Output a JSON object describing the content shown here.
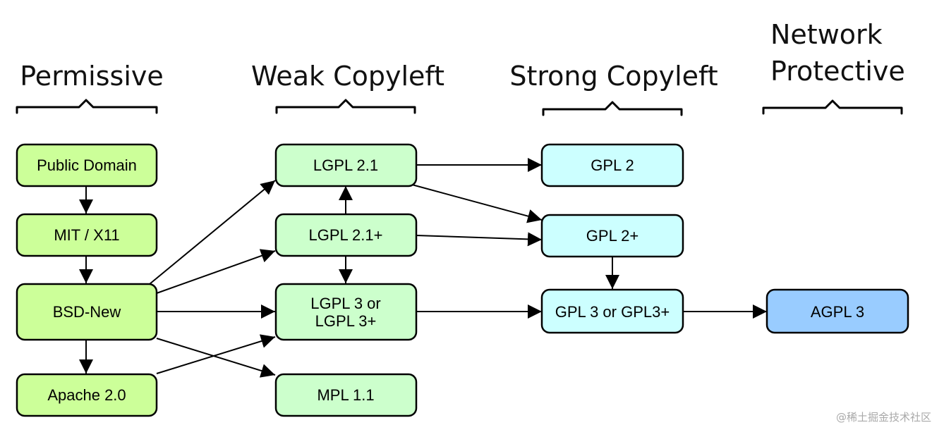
{
  "columns": {
    "permissive": {
      "label": "Permissive"
    },
    "weak": {
      "label": "Weak Copyleft"
    },
    "strong": {
      "label": "Strong Copyleft"
    },
    "network": {
      "label_line1": "Network",
      "label_line2": "Protective"
    }
  },
  "colors": {
    "permissive": "#ccff99",
    "weak": "#ccffcc",
    "strong": "#ccffff",
    "network": "#99ccff"
  },
  "nodes": {
    "public_domain": {
      "label": "Public Domain"
    },
    "mit_x11": {
      "label": "MIT / X11"
    },
    "bsd_new": {
      "label": "BSD-New"
    },
    "apache_20": {
      "label": "Apache 2.0"
    },
    "lgpl_21": {
      "label": "LGPL 2.1"
    },
    "lgpl_21_plus": {
      "label": "LGPL 2.1+"
    },
    "lgpl_3": {
      "label_line1": "LGPL 3 or",
      "label_line2": "LGPL 3+"
    },
    "mpl_11": {
      "label": "MPL 1.1"
    },
    "gpl_2": {
      "label": "GPL 2"
    },
    "gpl_2_plus": {
      "label": "GPL 2+"
    },
    "gpl_3": {
      "label": "GPL 3 or GPL3+"
    },
    "agpl_3": {
      "label": "AGPL 3"
    }
  },
  "edges": [
    {
      "from": "Public Domain",
      "to": "MIT / X11"
    },
    {
      "from": "MIT / X11",
      "to": "BSD-New"
    },
    {
      "from": "BSD-New",
      "to": "Apache 2.0"
    },
    {
      "from": "BSD-New",
      "to": "LGPL 2.1"
    },
    {
      "from": "BSD-New",
      "to": "LGPL 2.1+"
    },
    {
      "from": "BSD-New",
      "to": "LGPL 3 or LGPL 3+"
    },
    {
      "from": "BSD-New",
      "to": "MPL 1.1"
    },
    {
      "from": "Apache 2.0",
      "to": "LGPL 3 or LGPL 3+"
    },
    {
      "from": "LGPL 2.1+",
      "to": "LGPL 2.1"
    },
    {
      "from": "LGPL 2.1+",
      "to": "LGPL 3 or LGPL 3+"
    },
    {
      "from": "LGPL 2.1",
      "to": "GPL 2"
    },
    {
      "from": "LGPL 2.1",
      "to": "GPL 2+"
    },
    {
      "from": "LGPL 2.1+",
      "to": "GPL 2+"
    },
    {
      "from": "LGPL 3 or LGPL 3+",
      "to": "GPL 3 or GPL3+"
    },
    {
      "from": "GPL 2+",
      "to": "GPL 3 or GPL3+"
    },
    {
      "from": "GPL 3 or GPL3+",
      "to": "AGPL 3"
    }
  ],
  "watermark": {
    "text": "@稀土掘金技术社区"
  }
}
